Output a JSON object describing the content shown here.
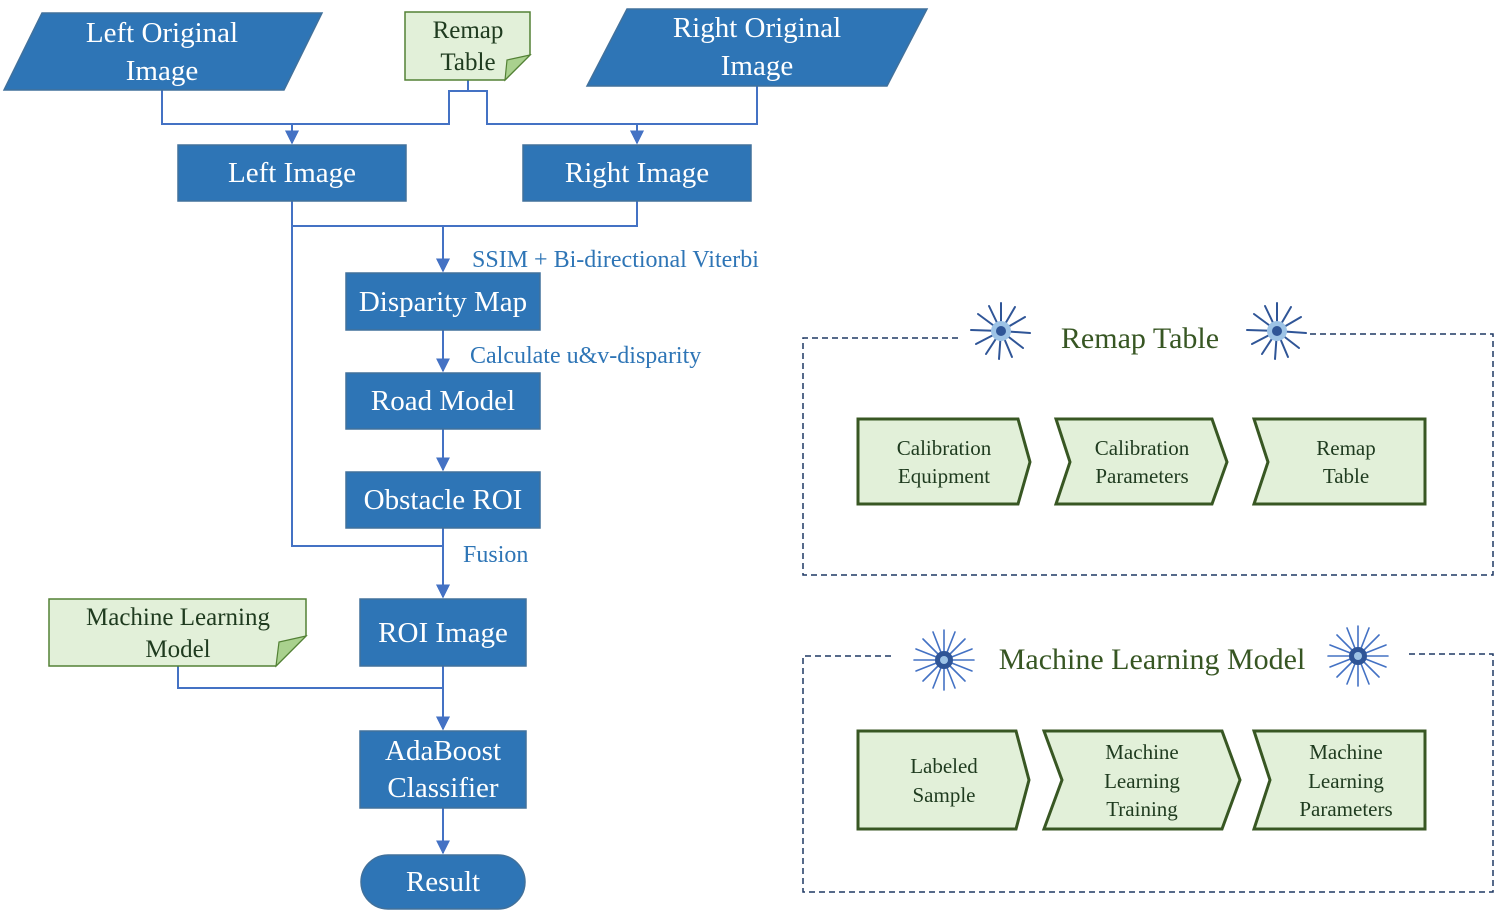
{
  "flowchart": {
    "inputs": {
      "left_original_lines": [
        "Left Original",
        "Image"
      ],
      "right_original_lines": [
        "Right Original",
        "Image"
      ],
      "remap_note_lines": [
        "Remap",
        "Table"
      ]
    },
    "nodes": {
      "left_image": "Left Image",
      "right_image": "Right Image",
      "disparity_map": "Disparity Map",
      "road_model": "Road Model",
      "obstacle_roi": "Obstacle ROI",
      "roi_image": "ROI Image",
      "adaboost_lines": [
        "AdaBoost",
        "Classifier"
      ],
      "result": "Result"
    },
    "ml_note_lines": [
      "Machine Learning",
      "Model"
    ],
    "edge_labels": {
      "ssim": "SSIM + Bi-directional Viterbi",
      "disparity": "Calculate u&v-disparity",
      "fusion": "Fusion"
    }
  },
  "panels": [
    {
      "title": "Remap Table",
      "steps": [
        {
          "lines": [
            "Calibration",
            "Equipment"
          ]
        },
        {
          "lines": [
            "Calibration",
            "Parameters"
          ]
        },
        {
          "lines": [
            "Remap",
            "Table"
          ]
        }
      ]
    },
    {
      "title": "Machine Learning Model",
      "steps": [
        {
          "lines": [
            "Labeled",
            "Sample"
          ]
        },
        {
          "lines": [
            "Machine",
            "Learning",
            "Training"
          ]
        },
        {
          "lines": [
            "Machine",
            "Learning",
            "Parameters"
          ]
        }
      ]
    }
  ],
  "colors": {
    "node_fill": "#2e75b6",
    "node_border": "#41719c",
    "edge": "#4472c4",
    "note_fill": "#e2f0d9",
    "note_border": "#538135",
    "step_border": "#385723",
    "panel_border": "#1f3864",
    "burst_dark": "#2f5597",
    "burst_light": "#9dc3e6"
  },
  "icons": {
    "burst": "starburst-icon"
  }
}
